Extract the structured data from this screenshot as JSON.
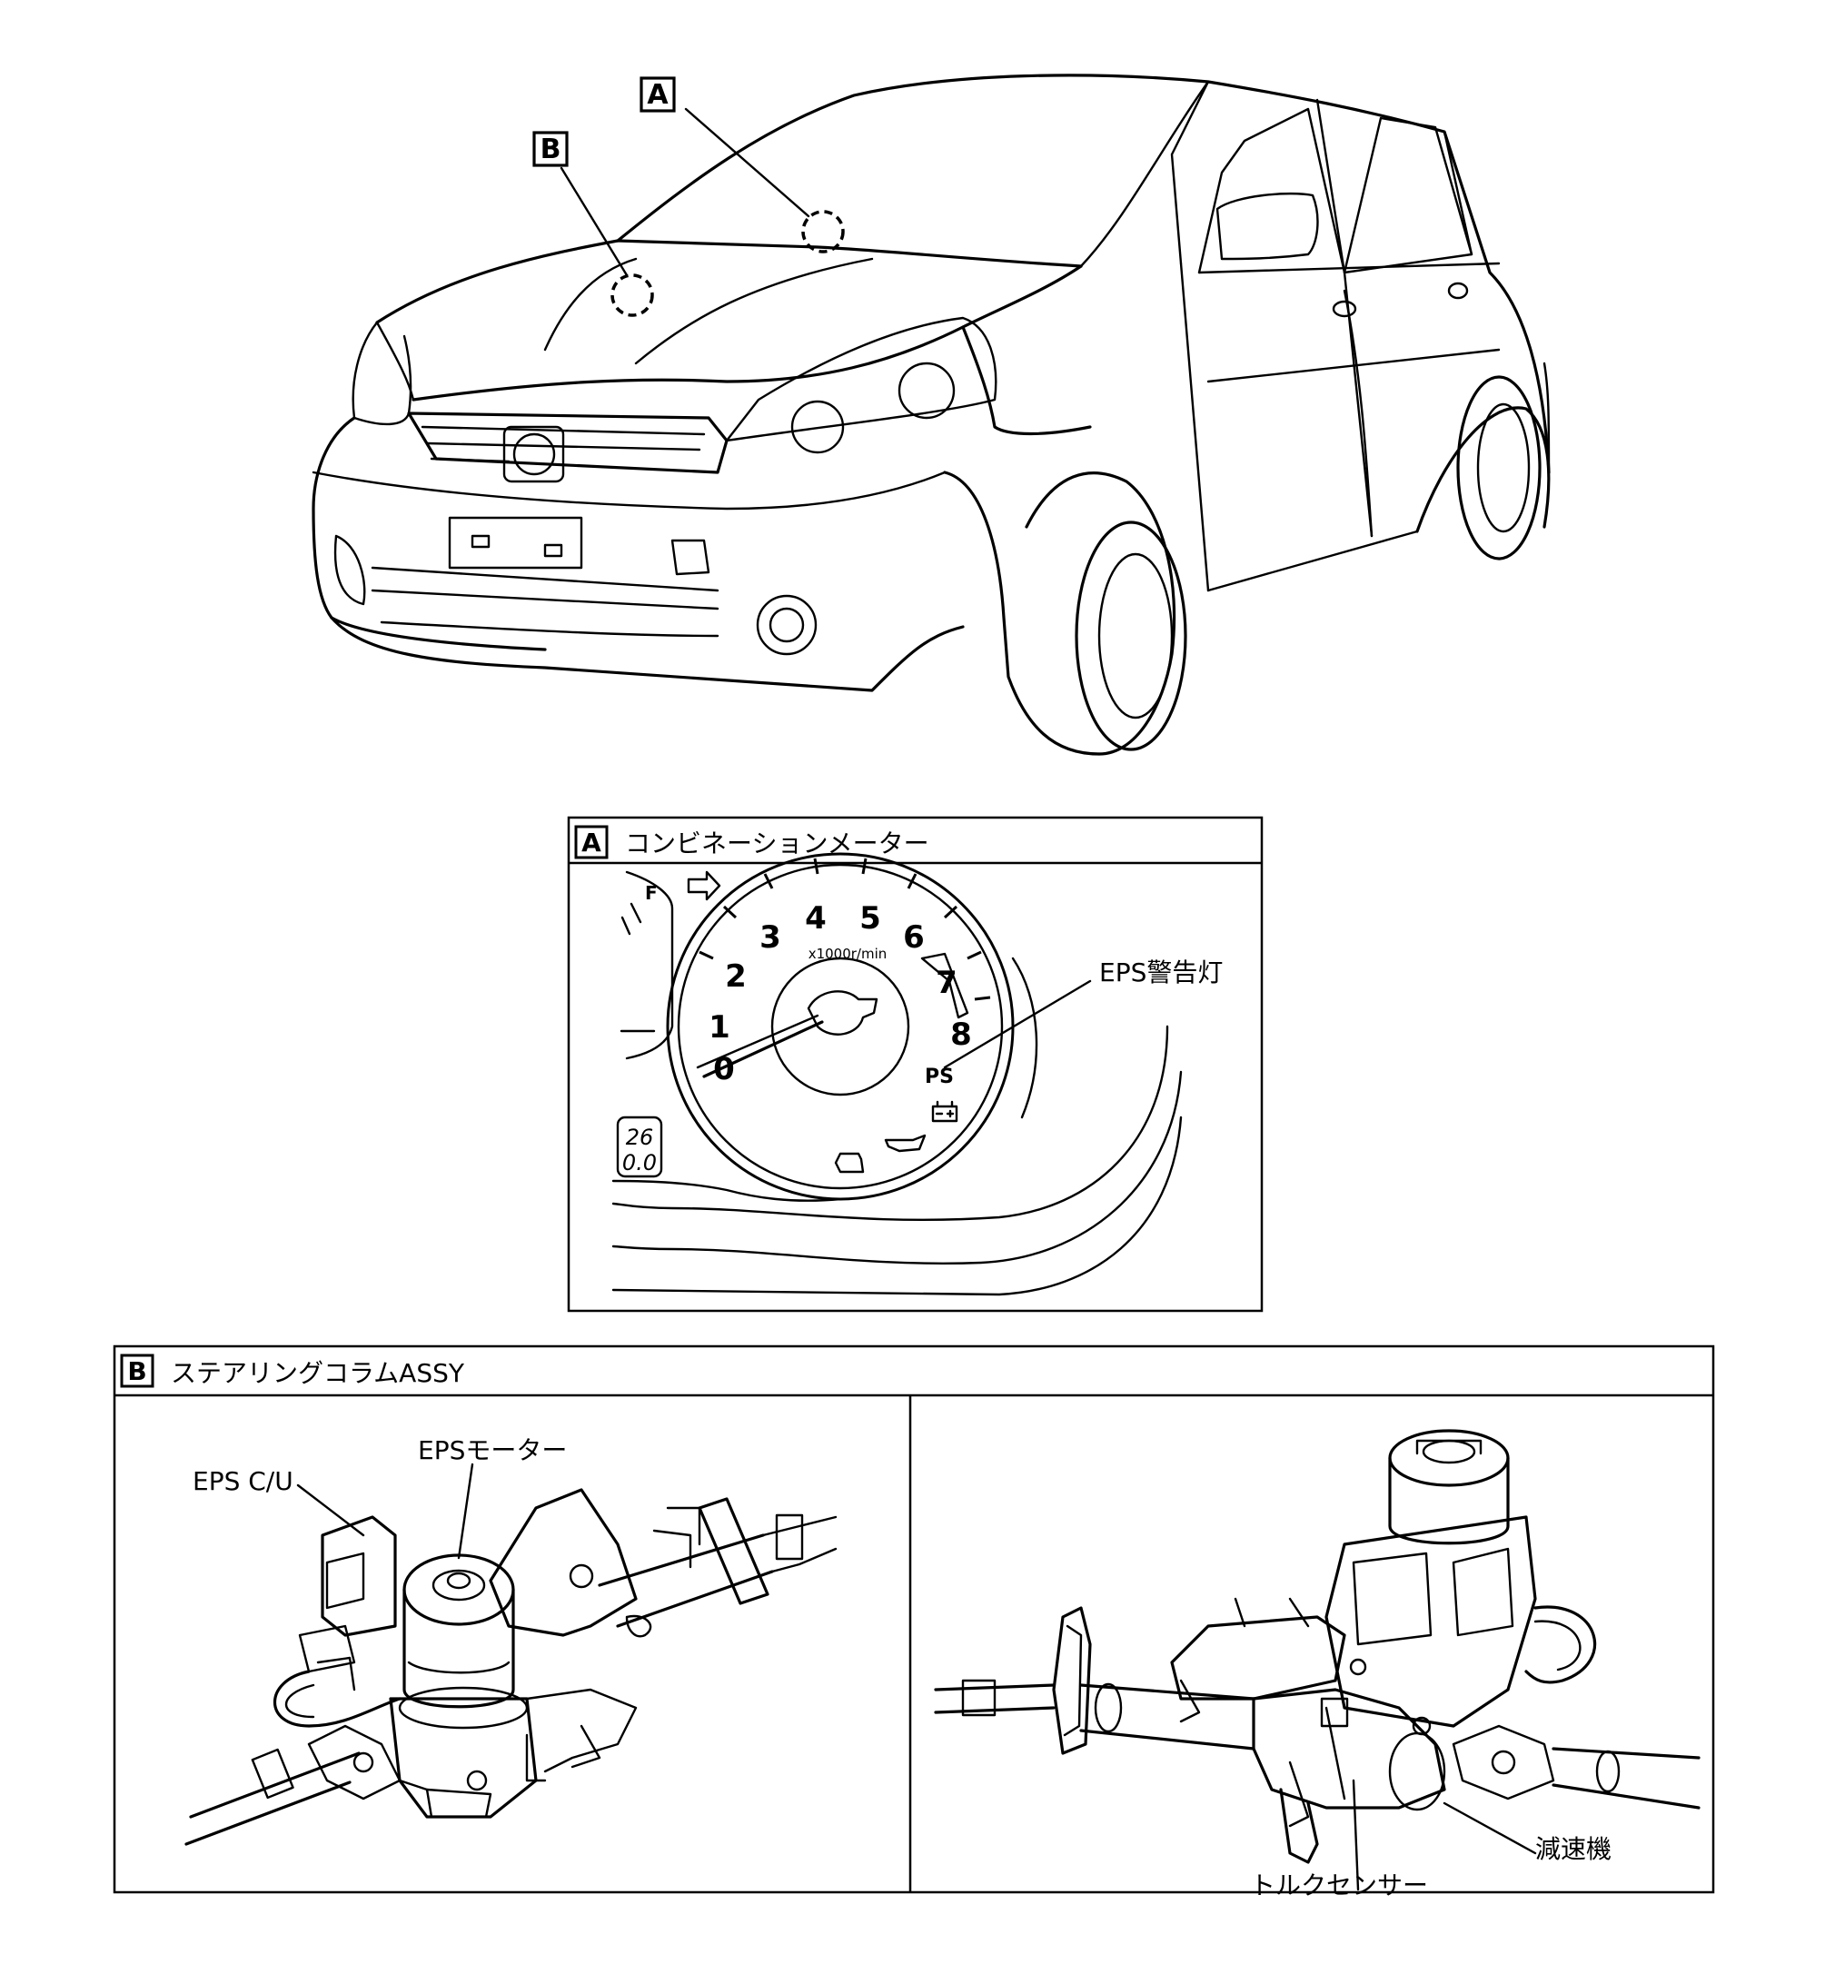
{
  "markers": {
    "a_letter": "A",
    "b_letter": "B"
  },
  "panel_a": {
    "title": "コンビネーションメーター",
    "eps_warning_label": "EPS警告灯",
    "gauge_numbers": [
      "0",
      "1",
      "2",
      "3",
      "4",
      "5",
      "6",
      "7",
      "8"
    ],
    "gauge_unit": "x1000r/min",
    "ps_indicator": "PS",
    "fuel_mark": "F",
    "odo_top": "26",
    "odo_bottom": "0.0"
  },
  "panel_b": {
    "title": "ステアリングコラムASSY",
    "eps_cu_label": "EPS C/U",
    "eps_motor_label": "EPSモーター",
    "torque_sensor_label": "トルクセンサー",
    "reducer_label": "減速機"
  }
}
